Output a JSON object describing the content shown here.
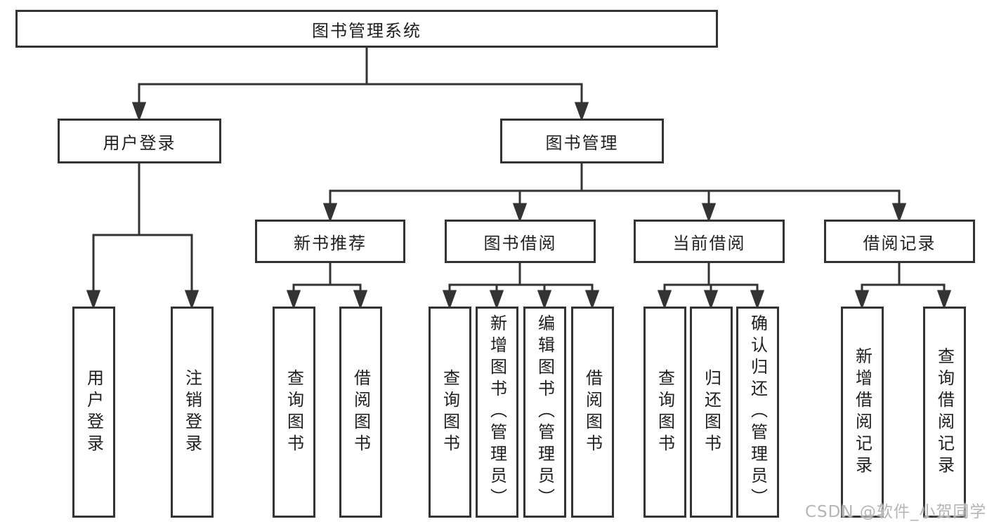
{
  "tree": {
    "root": {
      "label": "图书管理系统",
      "children": [
        {
          "label": "用户登录",
          "children": [
            {
              "label": "用户登录"
            },
            {
              "label": "注销登录"
            }
          ]
        },
        {
          "label": "图书管理",
          "children": [
            {
              "label": "新书推荐",
              "children": [
                {
                  "label": "查询图书"
                },
                {
                  "label": "借阅图书"
                }
              ]
            },
            {
              "label": "图书借阅",
              "children": [
                {
                  "label": "查询图书"
                },
                {
                  "label": "新增图书（管理员）"
                },
                {
                  "label": "编辑图书（管理员）"
                },
                {
                  "label": "借阅图书"
                }
              ]
            },
            {
              "label": "当前借阅",
              "children": [
                {
                  "label": "查询图书"
                },
                {
                  "label": "归还图书"
                },
                {
                  "label": "确认归还（管理员）"
                }
              ]
            },
            {
              "label": "借阅记录",
              "children": [
                {
                  "label": "新增借阅记录"
                },
                {
                  "label": "查询借阅记录"
                }
              ]
            }
          ]
        }
      ]
    }
  },
  "watermark": {
    "text": "CSDN @软件_小贺同学"
  },
  "colors": {
    "line": "#333333",
    "box_border": "#333333",
    "box_fill": "#ffffff",
    "text": "#1f1f1f",
    "watermark": "#b5b5b5",
    "background": "#ffffff"
  }
}
